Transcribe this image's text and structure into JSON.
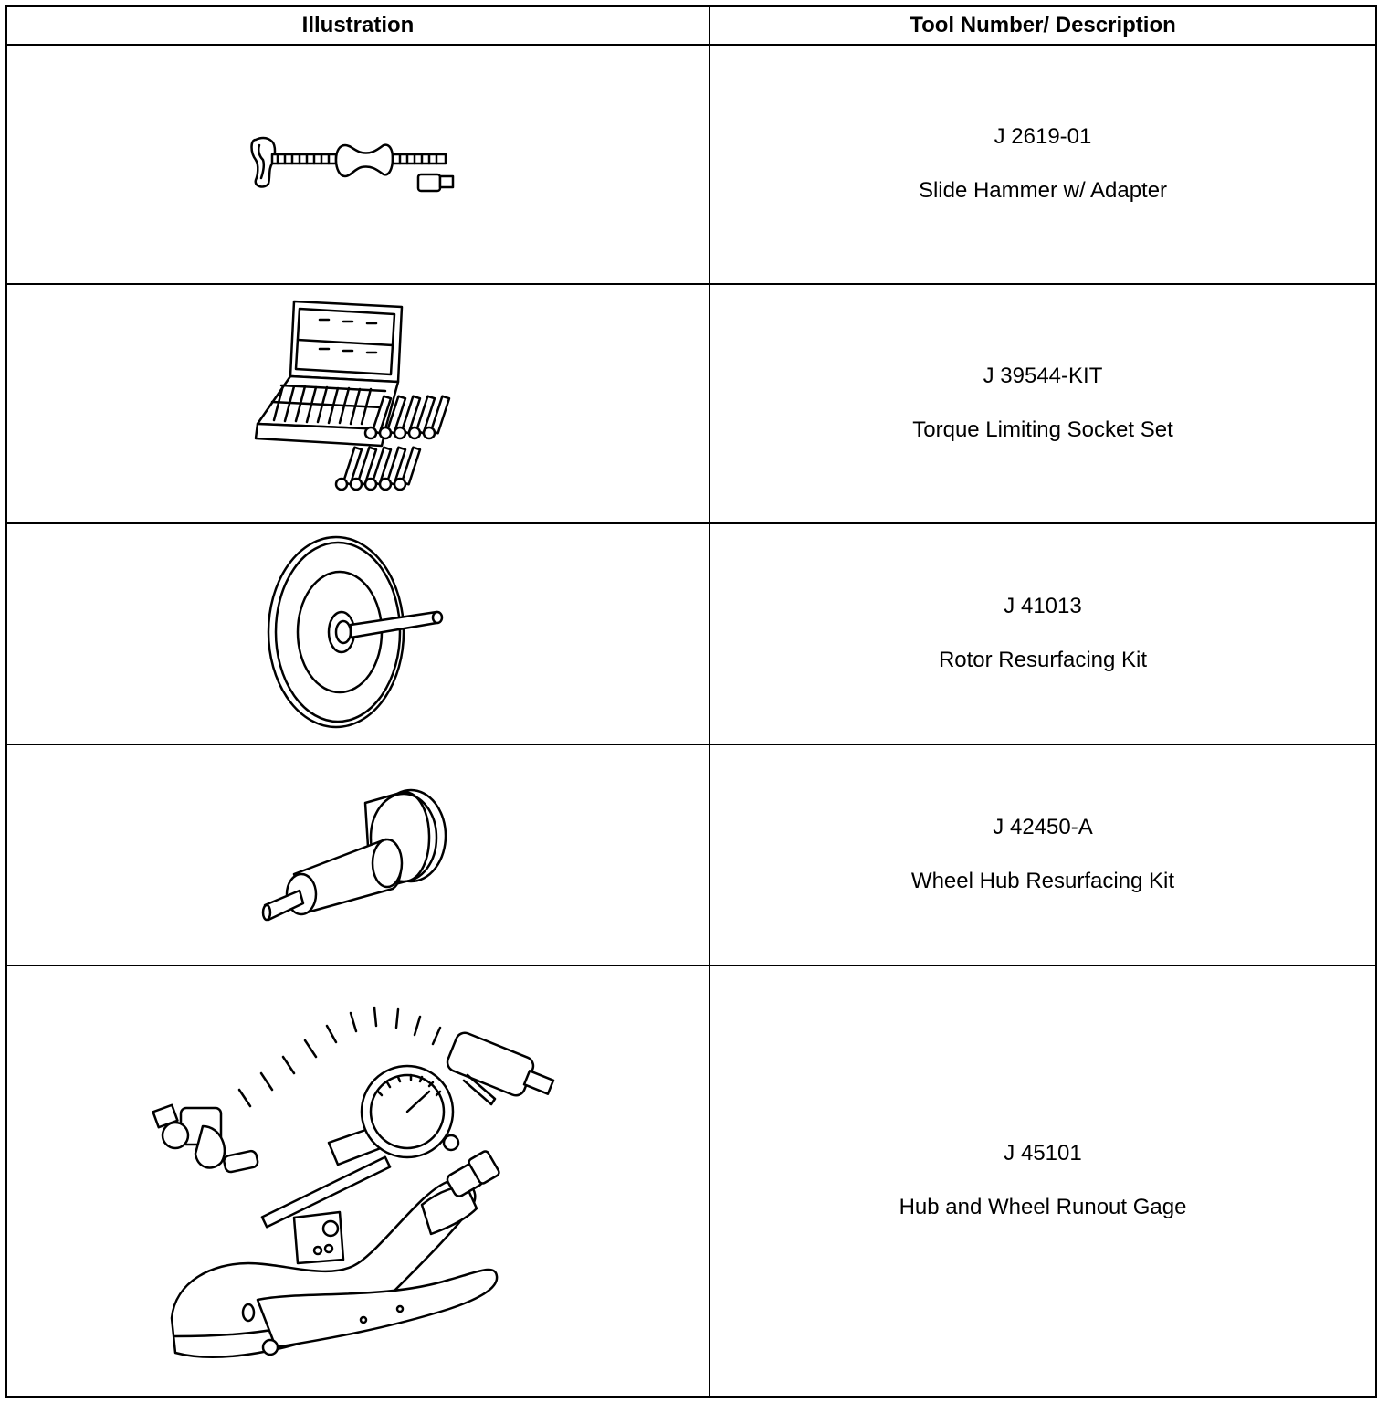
{
  "table": {
    "headers": {
      "illustration": "Illustration",
      "tool": "Tool Number/ Description"
    },
    "rows": [
      {
        "number": "J 2619-01",
        "description": "Slide Hammer w/ Adapter",
        "icon": "slide-hammer-icon"
      },
      {
        "number": "J 39544-KIT",
        "description": "Torque Limiting Socket Set",
        "icon": "socket-set-case-icon"
      },
      {
        "number": "J 41013",
        "description": "Rotor Resurfacing Kit",
        "icon": "rotor-disc-icon"
      },
      {
        "number": "J 42450-A",
        "description": "Wheel Hub Resurfacing Kit",
        "icon": "hub-cylinder-icon"
      },
      {
        "number": "J 45101",
        "description": "Hub and Wheel Runout Gage",
        "icon": "dial-gage-clamp-icon"
      }
    ]
  }
}
